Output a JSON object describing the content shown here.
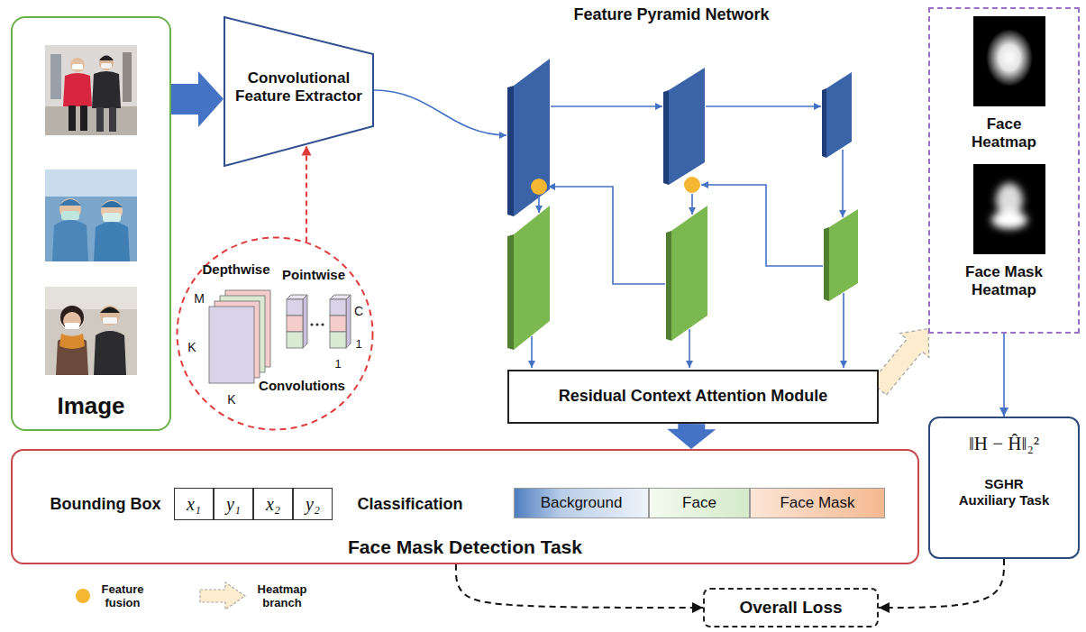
{
  "diagram": {
    "nodes": [
      {
        "text": [
          "Image"
        ]
      },
      {
        "text": [
          "Convolutional Feature Extractor"
        ]
      },
      {
        "text": [
          "Depthwise",
          "Pointwise",
          "Convolutions"
        ]
      },
      {
        "text": [
          "Residual Context Attention Module"
        ]
      },
      {
        "text": [
          "Face Heatmap",
          "Face Mask Heatmap"
        ]
      },
      {
        "text": [
          "Bounding Box",
          "Classification",
          "Face Mask Detection Task"
        ]
      },
      {
        "text": [
          "x₁"
        ],
        "in": 5
      },
      {
        "text": [
          "y₁"
        ],
        "in": 5
      },
      {
        "text": [
          "x₂"
        ],
        "in": 5
      },
      {
        "text": [
          "y₂"
        ],
        "in": 5
      },
      {
        "text": [
          "Background"
        ],
        "in": 5
      },
      {
        "text": [
          "Face"
        ],
        "in": 5
      },
      {
        "text": [
          "Face Mask"
        ],
        "in": 5
      },
      {
        "text": [
          "‖H − Ĥ‖₂²",
          "SGHR Auxiliary Task"
        ]
      },
      {
        "text": [
          "Overall Loss"
        ]
      }
    ],
    "edges": [
      {
        "from": 0,
        "to": 1,
        "arrow": "to"
      },
      {
        "from": 2,
        "to": 1,
        "arrow": "to"
      },
      {
        "from": 3,
        "to": 5,
        "arrow": "to"
      },
      {
        "from": 3,
        "to": 4,
        "arrow": "to"
      },
      {
        "from": 4,
        "to": 13,
        "arrow": "to"
      },
      {
        "from": 5,
        "to": 14,
        "arrow": "to"
      },
      {
        "from": 13,
        "to": 14,
        "arrow": "to"
      }
    ],
    "labels": [
      "Feature Pyramid Network",
      "M",
      "K",
      "K",
      "C",
      "1",
      "1"
    ],
    "legend": [
      {
        "text": "Feature fusion",
        "color": "#f5b731"
      },
      {
        "text": "Heatmap branch"
      }
    ]
  }
}
